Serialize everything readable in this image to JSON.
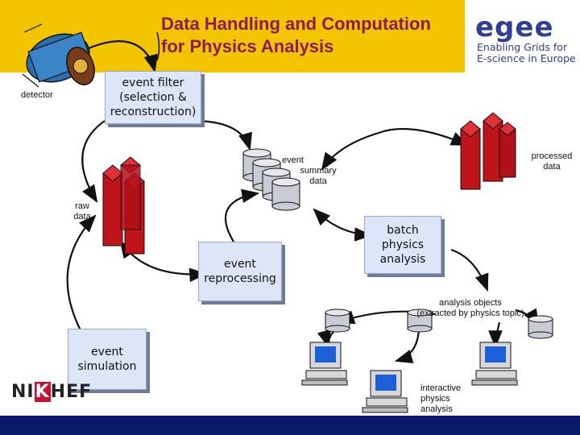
{
  "header": {
    "title_line1": "Data Handling and Computation",
    "title_line2": "for Physics Analysis",
    "logo_word": "egee",
    "logo_line1": "Enabling Grids for",
    "logo_line2": "E-science in Europe"
  },
  "nodes": {
    "detector": "detector",
    "event_filter": [
      "event filter",
      "(selection &",
      "reconstruction)"
    ],
    "raw_data": [
      "raw",
      "data"
    ],
    "event_summary_data": [
      "event",
      "summary",
      "data"
    ],
    "processed_data": [
      "processed",
      "data"
    ],
    "event_reprocessing": [
      "event",
      "reprocessing"
    ],
    "batch_physics_analysis": [
      "batch",
      "physics",
      "analysis"
    ],
    "analysis_objects": [
      "analysis objects",
      "(extracted by physics topic)"
    ],
    "event_simulation": [
      "event",
      "simulation"
    ],
    "interactive_physics_analysis": [
      "interactive",
      "physics",
      "analysis"
    ]
  },
  "footer_logo": {
    "part1": "NI",
    "part2": "K",
    "part3": "HEF"
  },
  "colors": {
    "header_band": "#f2c500",
    "title": "#8a1c5e",
    "box_fill": "#dde6f8",
    "cylinder_red": "#c0141b",
    "footer": "#0c1a6b"
  }
}
